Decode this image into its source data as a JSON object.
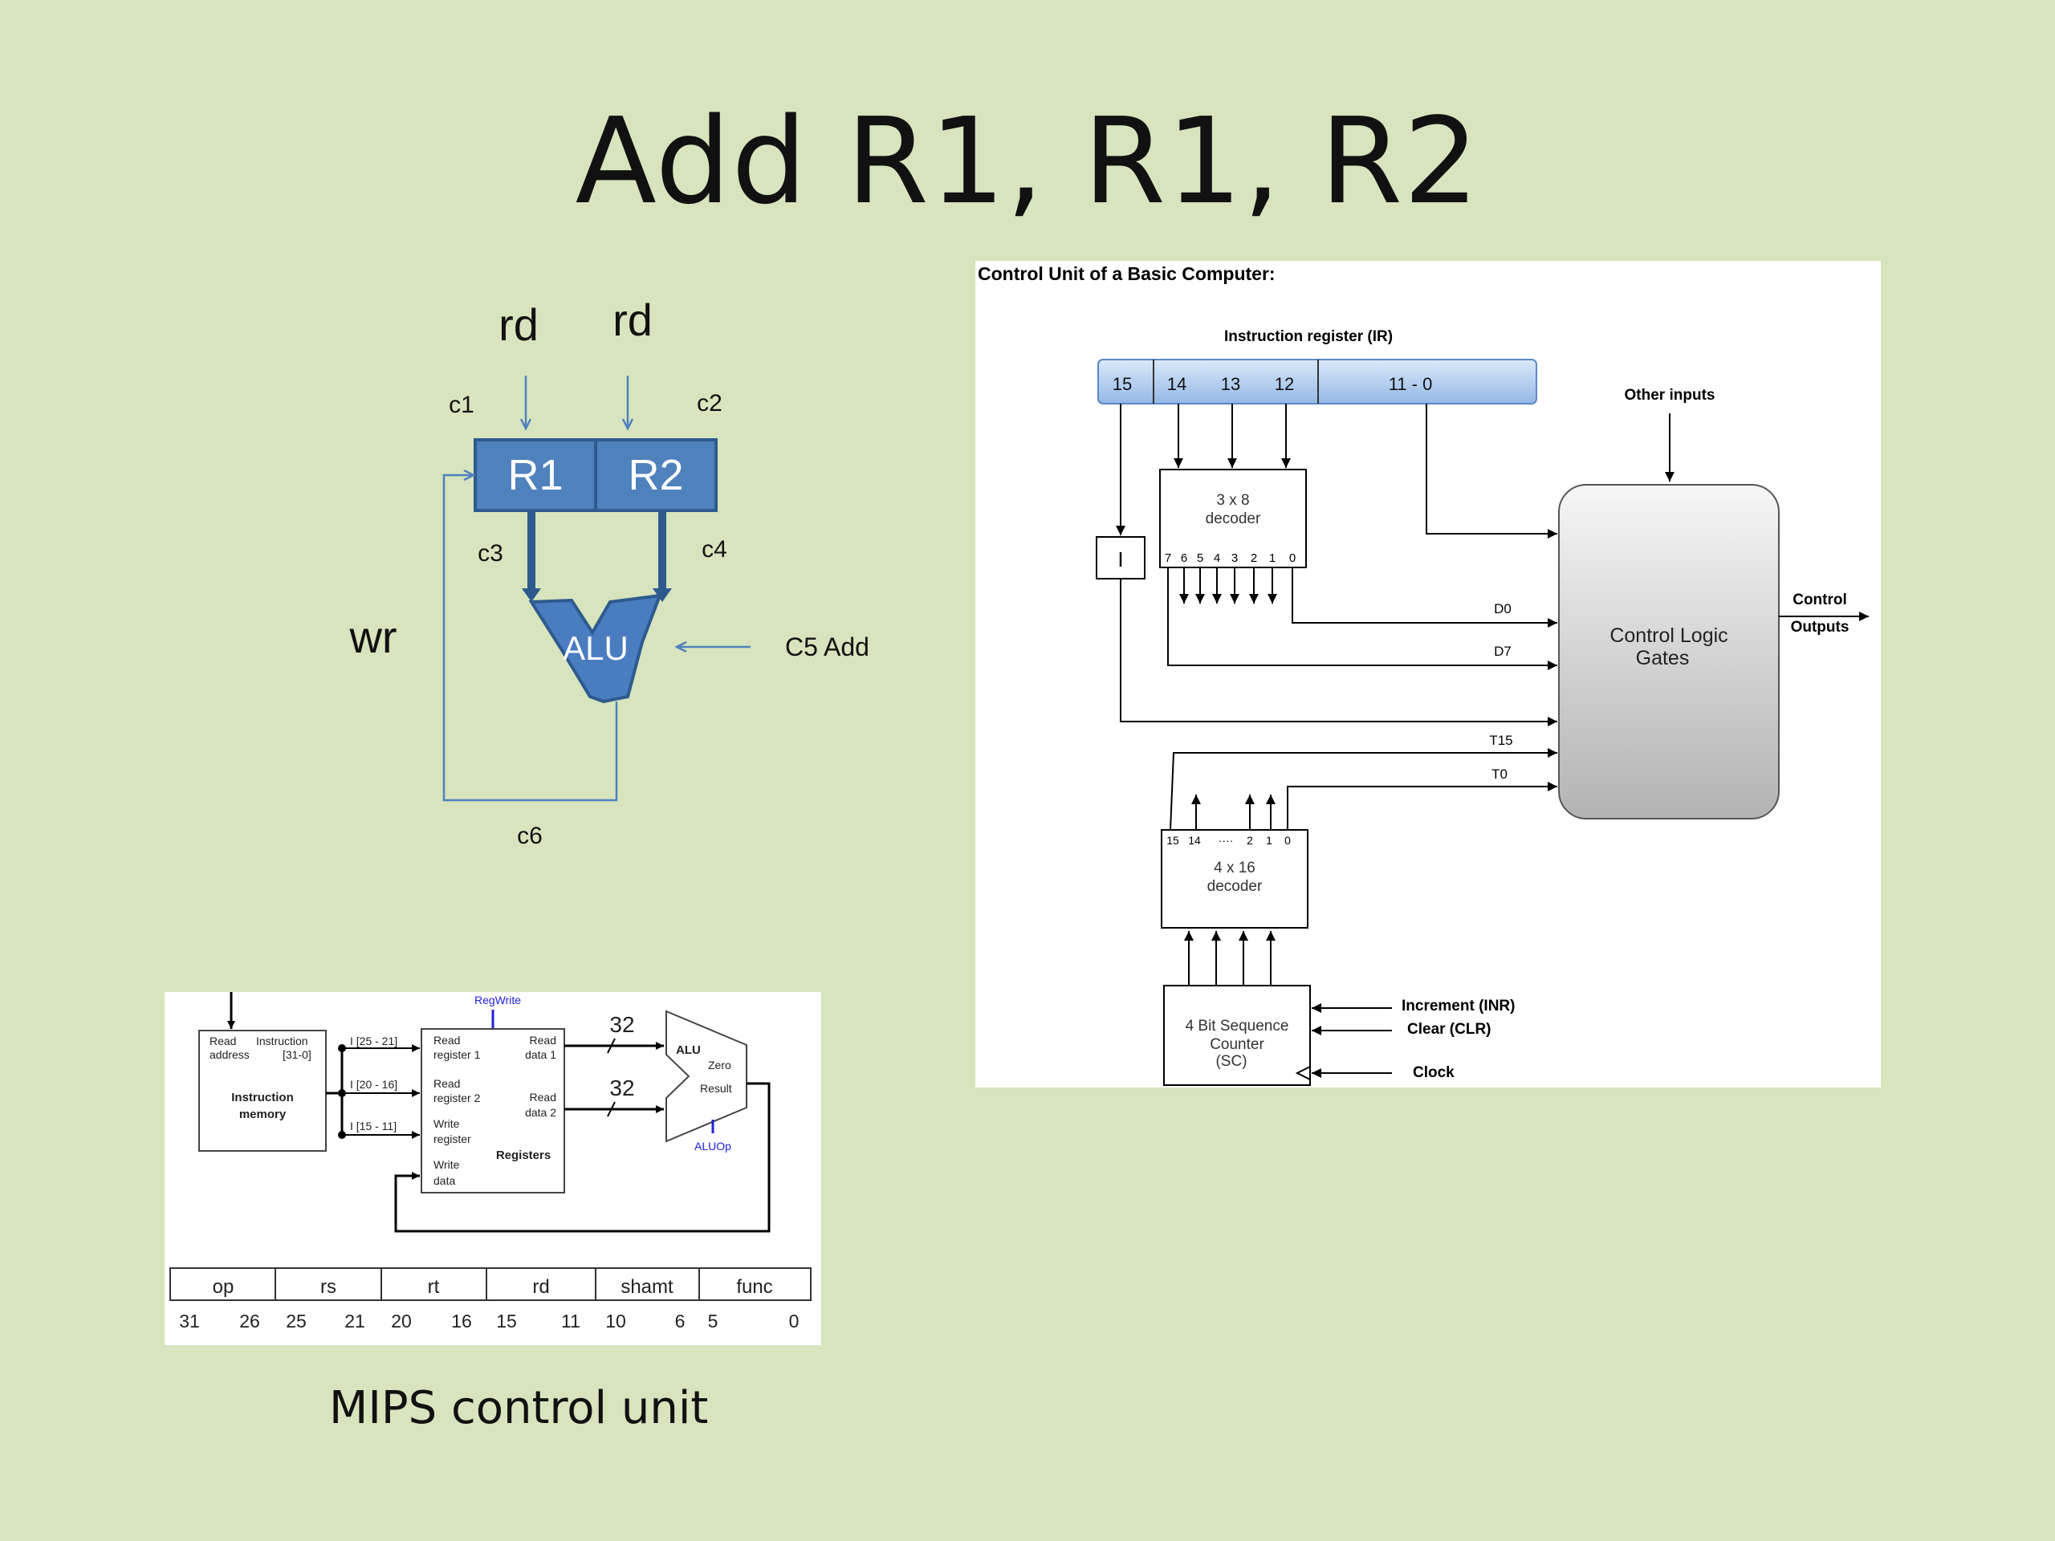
{
  "title": "Add R1, R1, R2",
  "colors": {
    "background": "#d7e4bd",
    "register_fill": "#4f81bd",
    "arrow": "#4f81bd",
    "alu_fill": "#4a7cc0"
  },
  "datapath": {
    "rd1": "rd",
    "rd2": "rd",
    "c1": "c1",
    "c2": "c2",
    "c3": "c3",
    "c4": "c4",
    "c6": "c6",
    "r1": "R1",
    "r2": "R2",
    "alu": "ALU",
    "wr": "wr",
    "c5": "C5 Add"
  },
  "basic_cu": {
    "heading": "Control Unit of a Basic Computer:",
    "ir_label": "Instruction register (IR)",
    "ir_fields": [
      "15",
      "14",
      "13",
      "12",
      "11 - 0"
    ],
    "other_inputs": "Other inputs",
    "decoder38": [
      "3 x 8",
      "decoder"
    ],
    "decoder38_outputs": [
      "7",
      "6",
      "5",
      "4",
      "3",
      "2",
      "1",
      "0"
    ],
    "i_box": "I",
    "d0": "D0",
    "d7": "D7",
    "t15": "T15",
    "t0": "T0",
    "logic_gates": [
      "Control Logic",
      "Gates"
    ],
    "control_outputs": [
      "Control",
      "Outputs"
    ],
    "decoder416": [
      "4 x 16",
      "decoder"
    ],
    "decoder416_outputs": [
      "15",
      "14",
      "····",
      "2",
      "1",
      "0"
    ],
    "sequence_counter": [
      "4 Bit Sequence",
      "Counter",
      "(SC)"
    ],
    "increment": "Increment (INR)",
    "clear": "Clear (CLR)",
    "clock": "Clock"
  },
  "mips": {
    "regwrite": "RegWrite",
    "im_read_address": [
      "Read",
      "address"
    ],
    "im_instruction": [
      "Instruction",
      "[31-0]"
    ],
    "im_title": [
      "Instruction",
      "memory"
    ],
    "bits1": "I [25 - 21]",
    "bits2": "I [20 - 16]",
    "bits3": "I [15 - 11]",
    "read_reg1": [
      "Read",
      "register 1"
    ],
    "read_reg2": [
      "Read",
      "register 2"
    ],
    "write_reg": [
      "Write",
      "register"
    ],
    "write_data": [
      "Write",
      "data"
    ],
    "read_data1": [
      "Read",
      "data 1"
    ],
    "read_data2": [
      "Read",
      "data 2"
    ],
    "registers": "Registers",
    "bus1": "32",
    "bus2": "32",
    "alu": "ALU",
    "zero": "Zero",
    "result": "Result",
    "aluop": "ALUOp",
    "fields": [
      "op",
      "rs",
      "rt",
      "rd",
      "shamt",
      "func"
    ],
    "bit_numbers": [
      "31",
      "26",
      "25",
      "21",
      "20",
      "16",
      "15",
      "11",
      "10",
      "6",
      "5",
      "0"
    ]
  },
  "mips_caption": "MIPS control unit"
}
